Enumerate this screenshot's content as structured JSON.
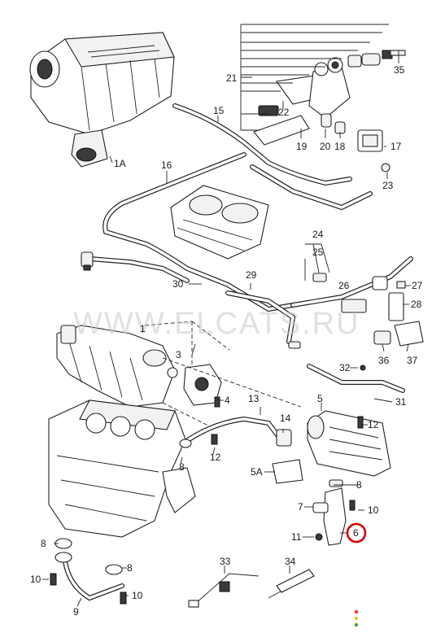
{
  "watermark": "WWW.ELCATS.RU",
  "highlight_color": "#d90000",
  "callouts": {
    "c1A": "1A",
    "c1": "1",
    "c3": "3",
    "c4": "4",
    "c5": "5",
    "c5A": "5A",
    "c6": "6",
    "c7": "7",
    "c8a": "8",
    "c8b": "8",
    "c8c": "8",
    "c8d": "8",
    "c9": "9",
    "c10a": "10",
    "c10b": "10",
    "c10c": "10",
    "c11": "11",
    "c12a": "12",
    "c12b": "12",
    "c13": "13",
    "c14": "14",
    "c15": "15",
    "c16": "16",
    "c17": "17",
    "c18": "18",
    "c19": "19",
    "c20": "20",
    "c21": "21",
    "c22": "22",
    "c23": "23",
    "c24": "24",
    "c25": "25",
    "c26": "26",
    "c27": "27",
    "c28": "28",
    "c29": "29",
    "c30": "30",
    "c31": "31",
    "c32": "32",
    "c33": "33",
    "c34": "34",
    "c35": "35",
    "c36": "36",
    "c37": "37"
  },
  "status_dots": [
    "#e53935",
    "#fbc02d",
    "#43a047"
  ]
}
